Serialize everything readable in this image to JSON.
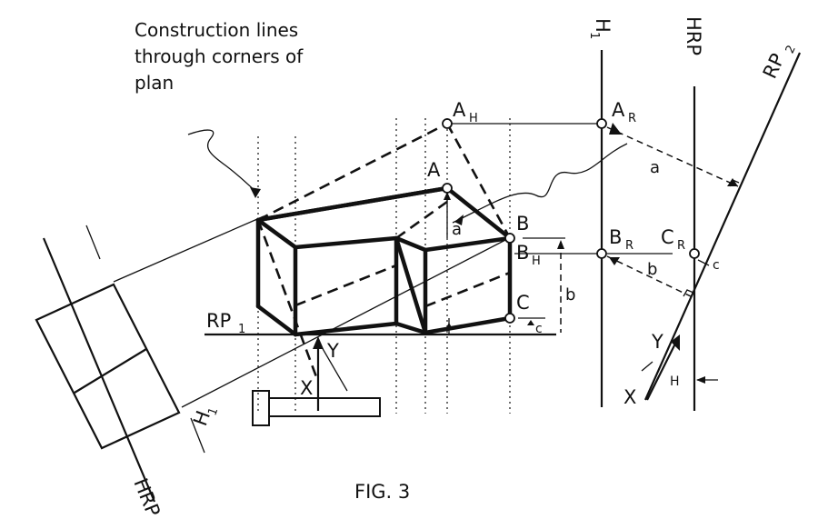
{
  "annotation": {
    "line1": "Construction lines",
    "line2": "through corners of",
    "line3": "plan"
  },
  "labels": {
    "A_H": "A",
    "A_H_sub": "H",
    "A_R": "A",
    "A_R_sub": "R",
    "A": "A",
    "B": "B",
    "B_H": "B",
    "B_H_sub": "H",
    "B_R": "B",
    "B_R_sub": "R",
    "C": "C",
    "C_R": "C",
    "C_R_sub": "R",
    "a1": "a",
    "a2": "a",
    "b1": "b",
    "b2": "b",
    "c1": "c",
    "c2": "c",
    "RP1": "RP",
    "RP1_sub": "1",
    "RP2": "RP",
    "RP2_sub": "2",
    "H1_top": "H",
    "H1_top_sub": "1",
    "H1_bottom": "H",
    "H1_bottom_sub": "1",
    "HRP_top": "HRP",
    "HRP_bottom": "HRP",
    "X_left": "X",
    "Y_left": "Y",
    "X_right": "X",
    "Y_right": "Y",
    "H_dim": "H"
  },
  "caption": "FIG. 3"
}
